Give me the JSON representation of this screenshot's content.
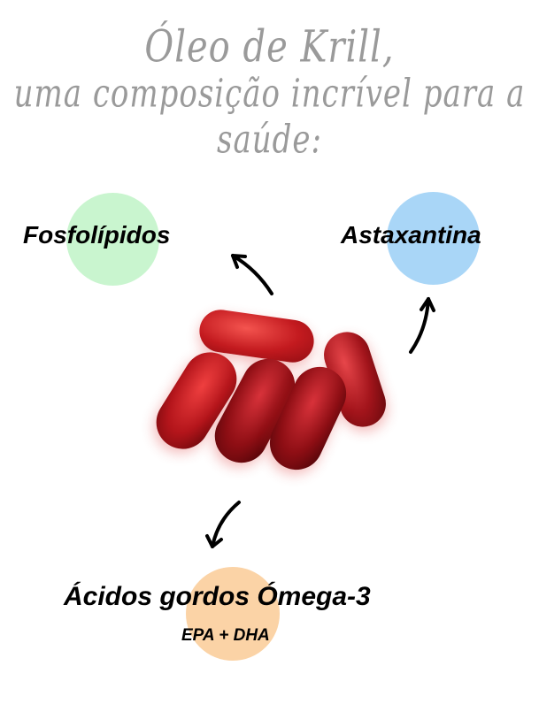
{
  "title": {
    "line1": "Óleo de Krill,",
    "line2": "uma composição incrível para a saúde:",
    "color": "#9a9a9a"
  },
  "items": [
    {
      "label": "Fosfolípidos",
      "circle_color": "#c9f5cf",
      "arrow_icon": "arrow-up-left-icon"
    },
    {
      "label": "Astaxantina",
      "circle_color": "#a9d6f7",
      "arrow_icon": "arrow-up-icon"
    },
    {
      "label": "Ácidos gordos Ómega-3",
      "sublabel": "EPA + DHA",
      "circle_color": "#fbd3a6",
      "arrow_icon": "arrow-down-left-icon"
    }
  ],
  "image": {
    "subject": "krill-oil-capsules",
    "count": 5,
    "color": "#b3151d"
  }
}
